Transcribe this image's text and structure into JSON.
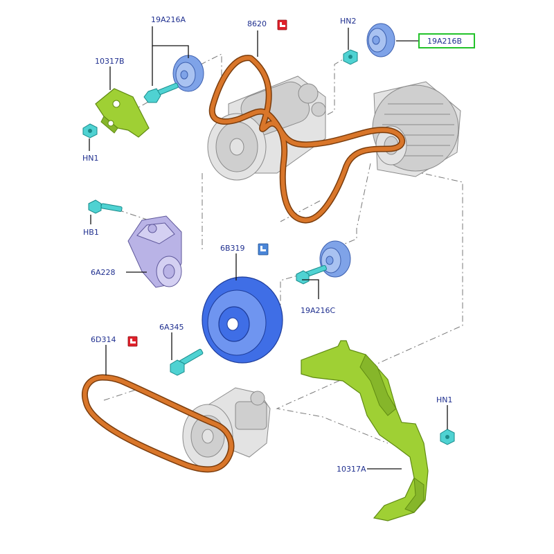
{
  "labels": {
    "idler_a": "19A216A",
    "belt_main": "8620",
    "nut_hn2": "HN2",
    "idler_b": "19A216B",
    "bracket_b": "10317B",
    "nut_hn1_top": "HN1",
    "bolt_hb1": "HB1",
    "tensioner": "6A228",
    "crank_pulley": "6B319",
    "idler_c": "19A216C",
    "bolt_6a345": "6A345",
    "belt_aux": "6D314",
    "nut_hn1_bottom": "HN1",
    "bracket_a": "10317A"
  },
  "icons": {
    "belt_main_icon": "red-warning-icon",
    "crank_pulley_icon": "blue-info-icon",
    "belt_aux_icon": "red-warning-icon"
  },
  "colors": {
    "label_text": "#1f2f8f",
    "belt": "#d9762a",
    "bracket": "#9fd034",
    "fastener": "#4fd2d2",
    "idler": "#7fa3e8",
    "tensioner": "#b9b3e6",
    "crank_pulley": "#3f6ee6",
    "highlight": "#22c22a"
  }
}
